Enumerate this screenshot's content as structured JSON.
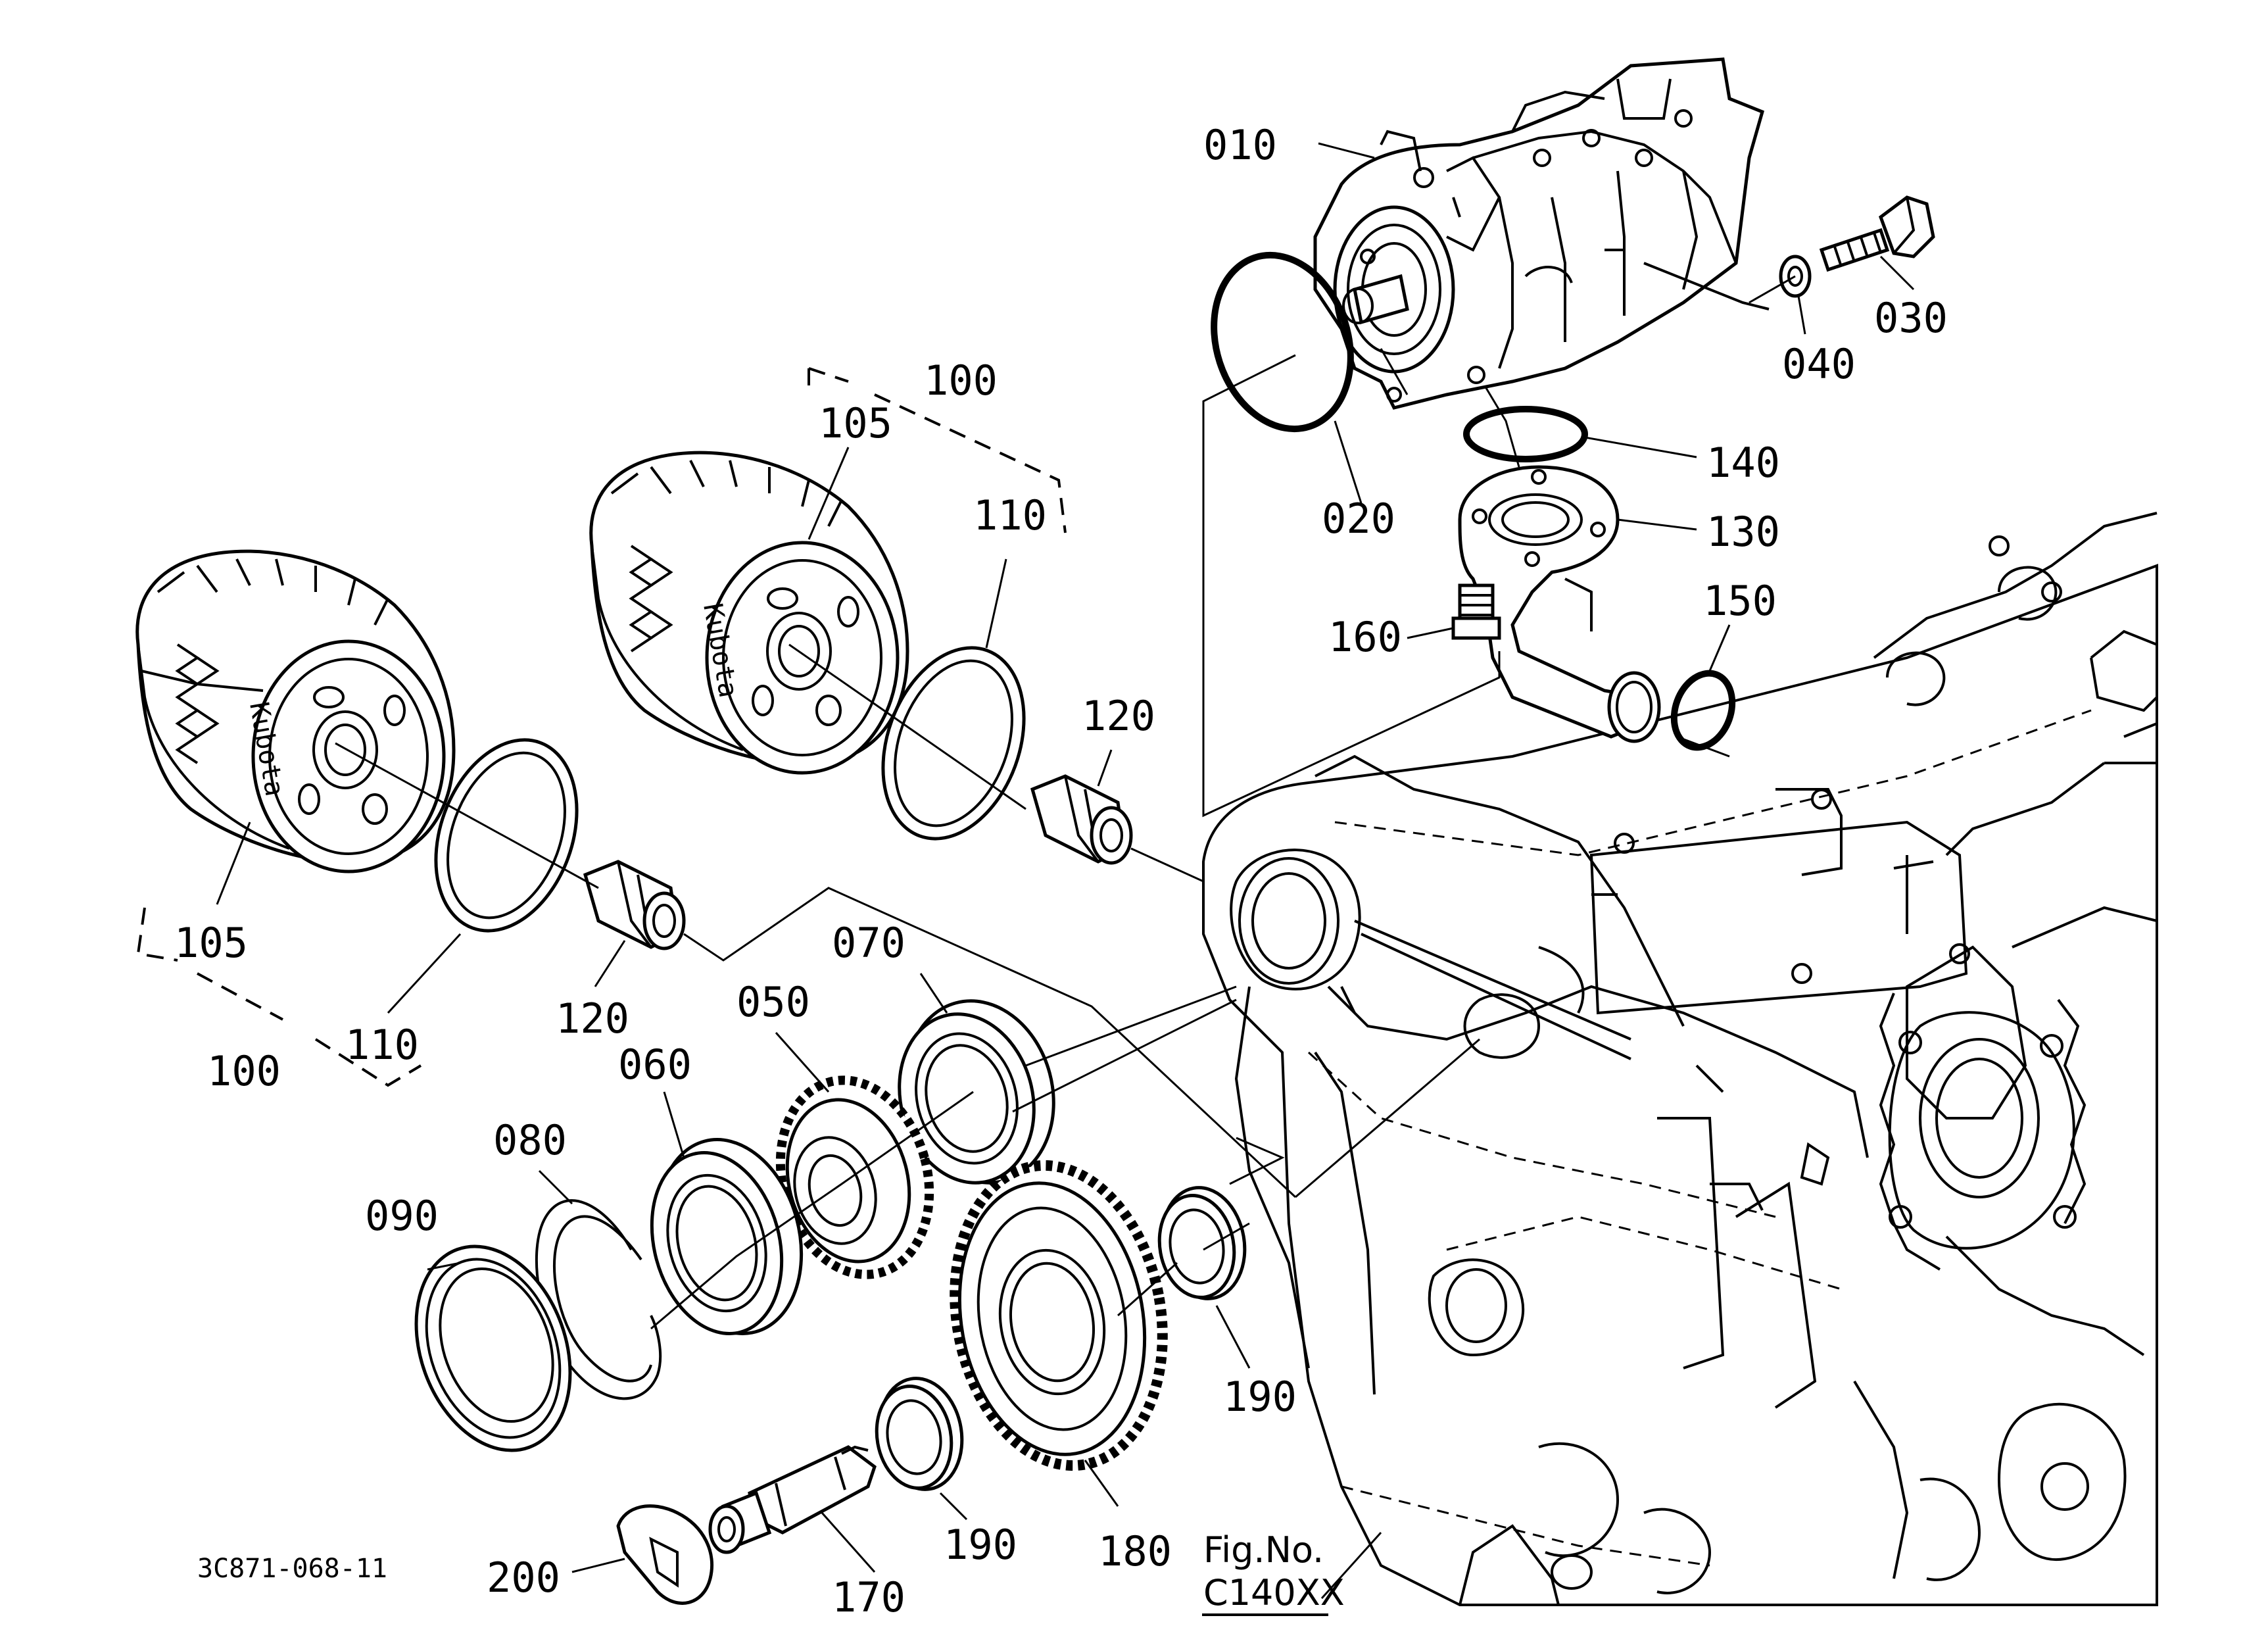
{
  "document_code": "3C871-068-11",
  "figure": {
    "prefix": "Fig.No.",
    "number": "C140XX"
  },
  "callouts": [
    {
      "id": "c010",
      "text": "010"
    },
    {
      "id": "c020",
      "text": "020"
    },
    {
      "id": "c030",
      "text": "030"
    },
    {
      "id": "c040",
      "text": "040"
    },
    {
      "id": "c050",
      "text": "050"
    },
    {
      "id": "c060",
      "text": "060"
    },
    {
      "id": "c070",
      "text": "070"
    },
    {
      "id": "c080",
      "text": "080"
    },
    {
      "id": "c090",
      "text": "090"
    },
    {
      "id": "c100a",
      "text": "100"
    },
    {
      "id": "c100b",
      "text": "100"
    },
    {
      "id": "c105a",
      "text": "105"
    },
    {
      "id": "c105b",
      "text": "105"
    },
    {
      "id": "c110a",
      "text": "110"
    },
    {
      "id": "c110b",
      "text": "110"
    },
    {
      "id": "c120a",
      "text": "120"
    },
    {
      "id": "c120b",
      "text": "120"
    },
    {
      "id": "c130",
      "text": "130"
    },
    {
      "id": "c140",
      "text": "140"
    },
    {
      "id": "c150",
      "text": "150"
    },
    {
      "id": "c160",
      "text": "160"
    },
    {
      "id": "c170",
      "text": "170"
    },
    {
      "id": "c180",
      "text": "180"
    },
    {
      "id": "c190a",
      "text": "190"
    },
    {
      "id": "c190b",
      "text": "190"
    },
    {
      "id": "c200",
      "text": "200"
    }
  ],
  "filter_brand": "Kubota"
}
